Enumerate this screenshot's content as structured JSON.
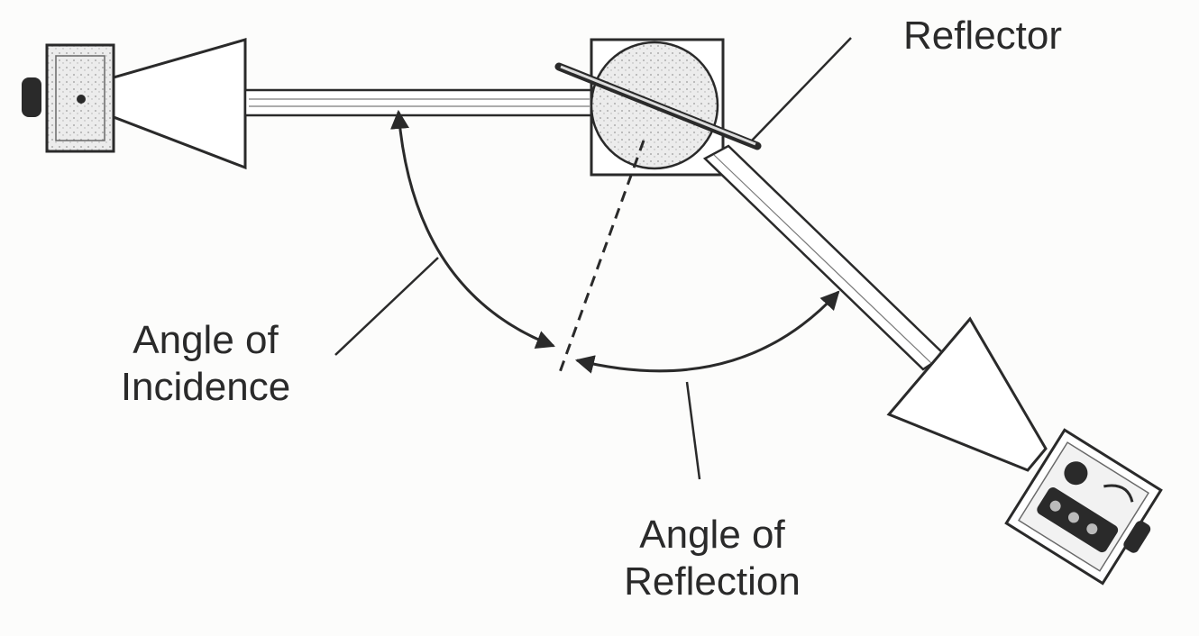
{
  "labels": {
    "reflector": "Reflector",
    "incidence_line1": "Angle of",
    "incidence_line2": "Incidence",
    "reflection_line1": "Angle of",
    "reflection_line2": "Reflection"
  },
  "colors": {
    "ink": "#2a2a2a",
    "shade": "#e6e6e6",
    "background": "#fcfcfb"
  }
}
